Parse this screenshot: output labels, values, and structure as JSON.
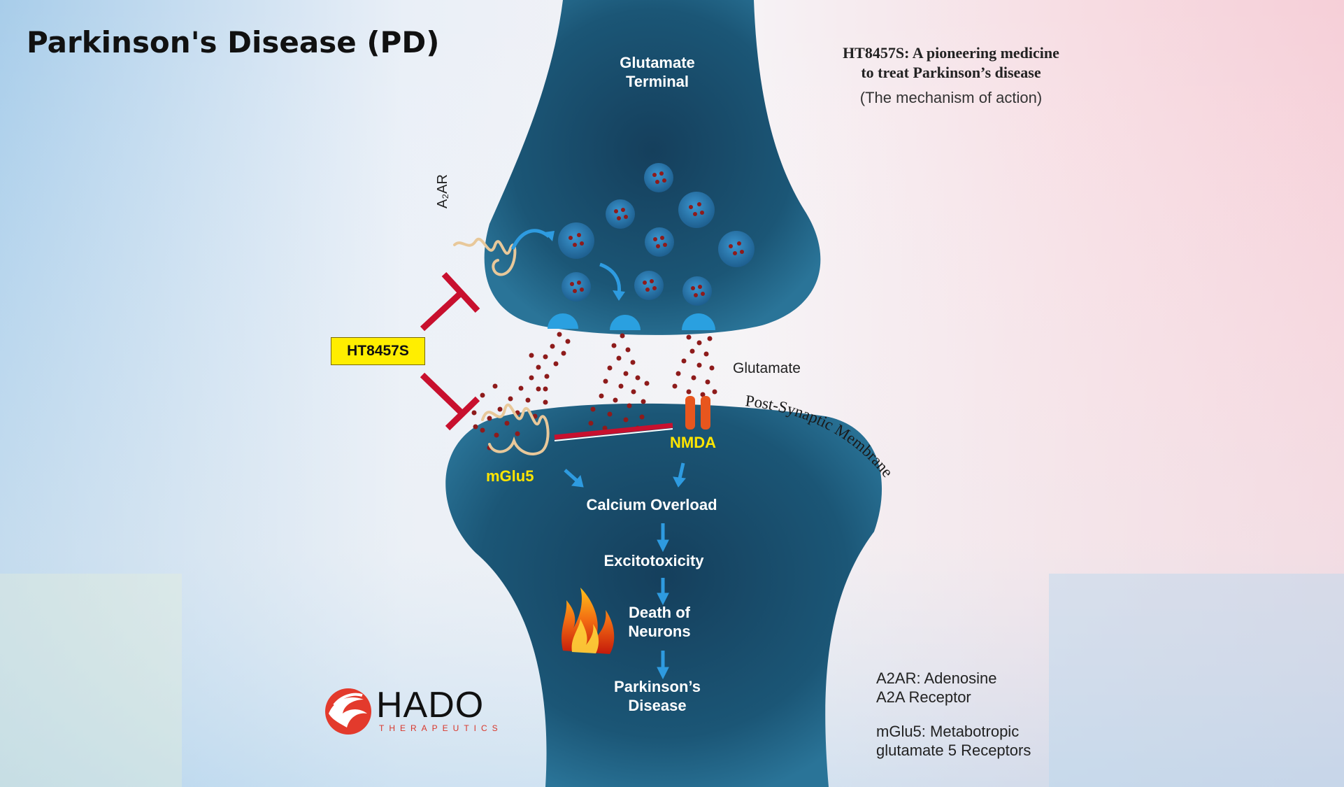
{
  "page": {
    "title": "Parkinson's Disease (PD)"
  },
  "header": {
    "medicine_title_line1": "HT8457S:  A pioneering medicine",
    "medicine_title_line2": "to treat Parkinson’s disease",
    "subtitle": "(The mechanism of action)"
  },
  "diagram": {
    "presynaptic_label_line1": "Glutamate",
    "presynaptic_label_line2": "Terminal",
    "a2ar_label": "A₂AR",
    "drug_label": "HT8457S",
    "glutamate_label": "Glutamate",
    "membrane_label": "Post-Synaptic Membrane",
    "nmda_label": "NMDA",
    "mglu5_label": "mGlu5",
    "cascade": {
      "step1": "Calcium Overload",
      "step2": "Excitotoxicity",
      "step3_line1": "Death of",
      "step3_line2": "Neurons",
      "step4_line1": "Parkinson’s",
      "step4_line2": "Disease"
    }
  },
  "legend": {
    "a2ar_line1": "A2AR: Adenosine",
    "a2ar_line2": "A2A Receptor",
    "mglu5_line1": "mGlu5: Metabotropic",
    "mglu5_line2": "glutamate 5 Receptors"
  },
  "brand": {
    "name": "HADO",
    "tagline": "THERAPEUTICS"
  },
  "colors": {
    "neuron": "#1c5a7a",
    "neuron_dark": "#0f3650",
    "vesicle": "#2b7fb8",
    "glutamate_dot": "#8e1b1b",
    "inhibit_red": "#c8102e",
    "nmda_orange": "#e8561e",
    "drug_box": "#ffee00",
    "label_yellow": "#ffe500",
    "arrow_blue": "#2e9be0",
    "brand_red": "#d9362a"
  }
}
